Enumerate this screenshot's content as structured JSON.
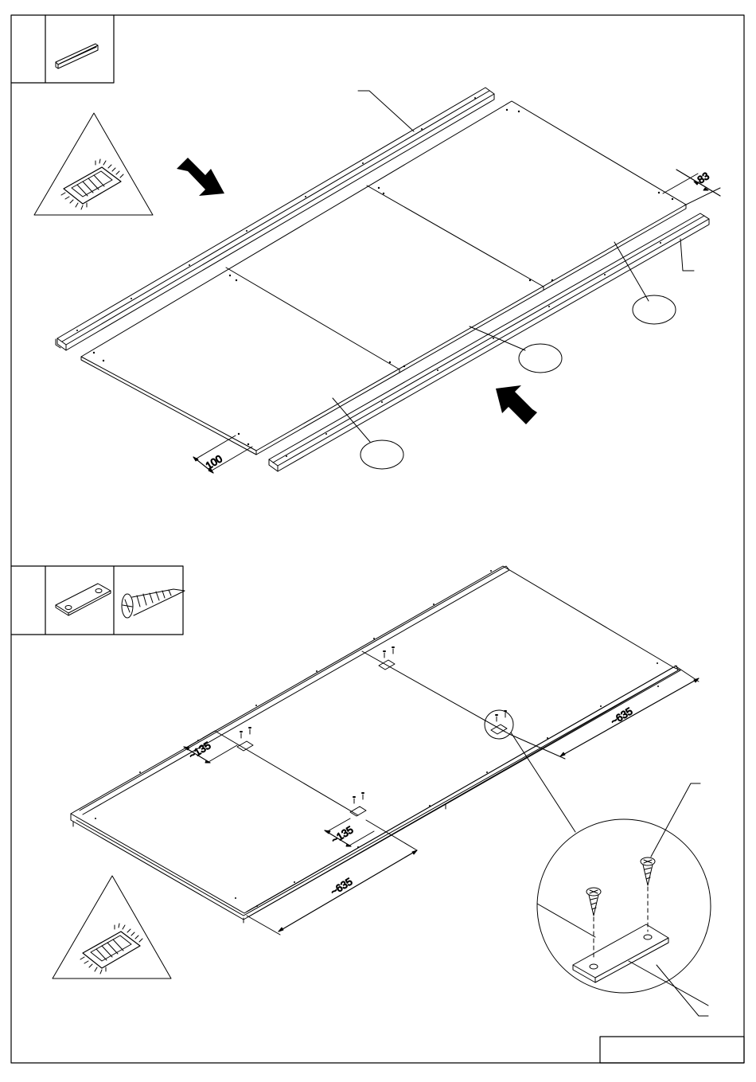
{
  "document": {
    "type": "assembly-instruction-sheet",
    "steps": [
      {
        "parts": [
          {
            "icon": "rail-profile-icon"
          }
        ],
        "callouts": [
          "",
          "",
          "",
          "",
          ""
        ],
        "dimensions": {
          "left_offset": "100",
          "right_offset": "83"
        },
        "hint_icon": "carpet-surface-icon"
      },
      {
        "parts": [
          {
            "icon": "connector-plate-icon"
          },
          {
            "icon": "wood-screw-icon"
          }
        ],
        "callouts": [
          "",
          ""
        ],
        "dimensions": {
          "offset_a": "~135",
          "offset_b": "~135",
          "span_left": "~635",
          "span_right": "~635"
        },
        "hint_icon": "carpet-surface-icon"
      }
    ],
    "page_label": ""
  }
}
